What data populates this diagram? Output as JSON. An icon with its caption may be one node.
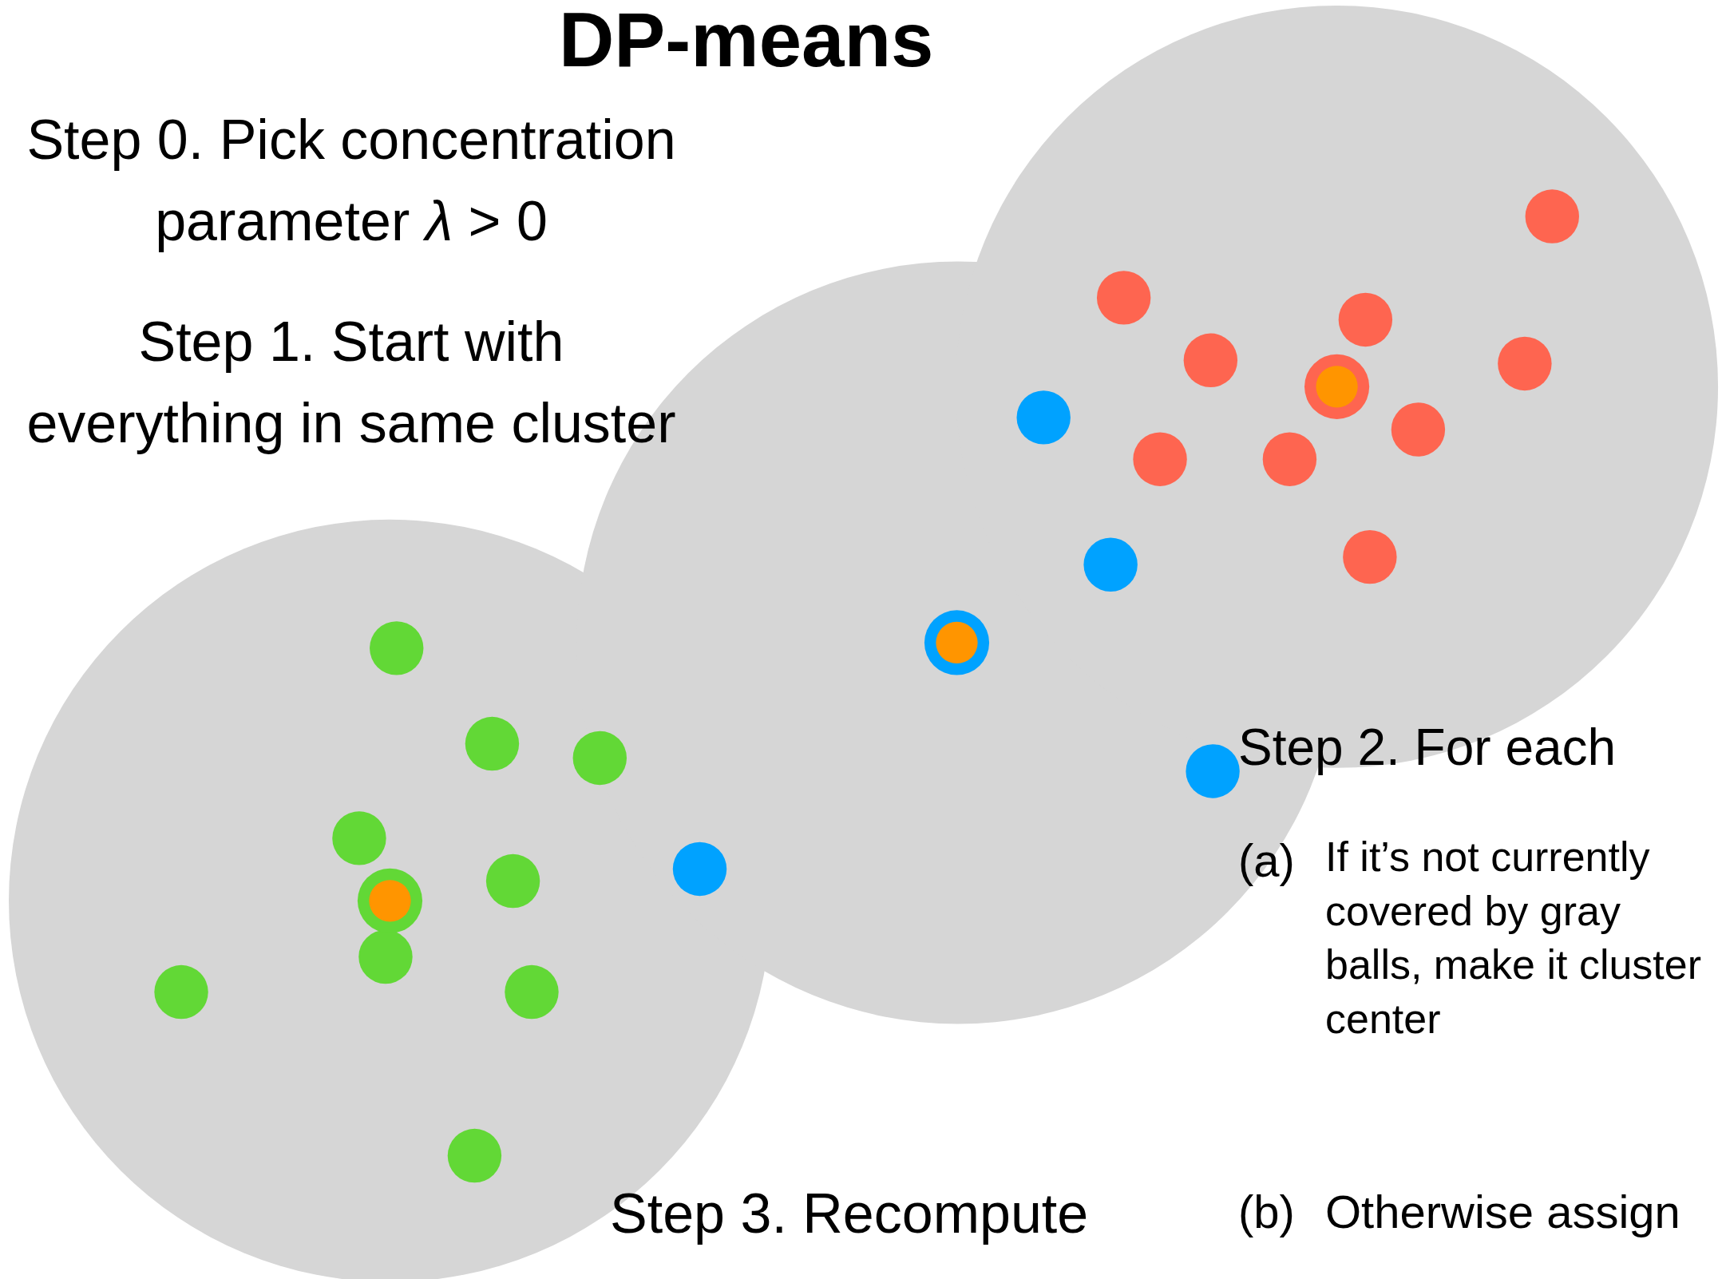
{
  "diagram": {
    "title": "DP-means",
    "labels": [
      "Step 0. Pick concentration parameter *λ* > 0",
      "Step 1. Start with everything in same cluster",
      "Step 2. For each",
      "(a)",
      "If it’s not currently covered by gray balls, make it cluster center",
      "Step 3. Recompute",
      "(b)",
      "Otherwise assign"
    ]
  }
}
